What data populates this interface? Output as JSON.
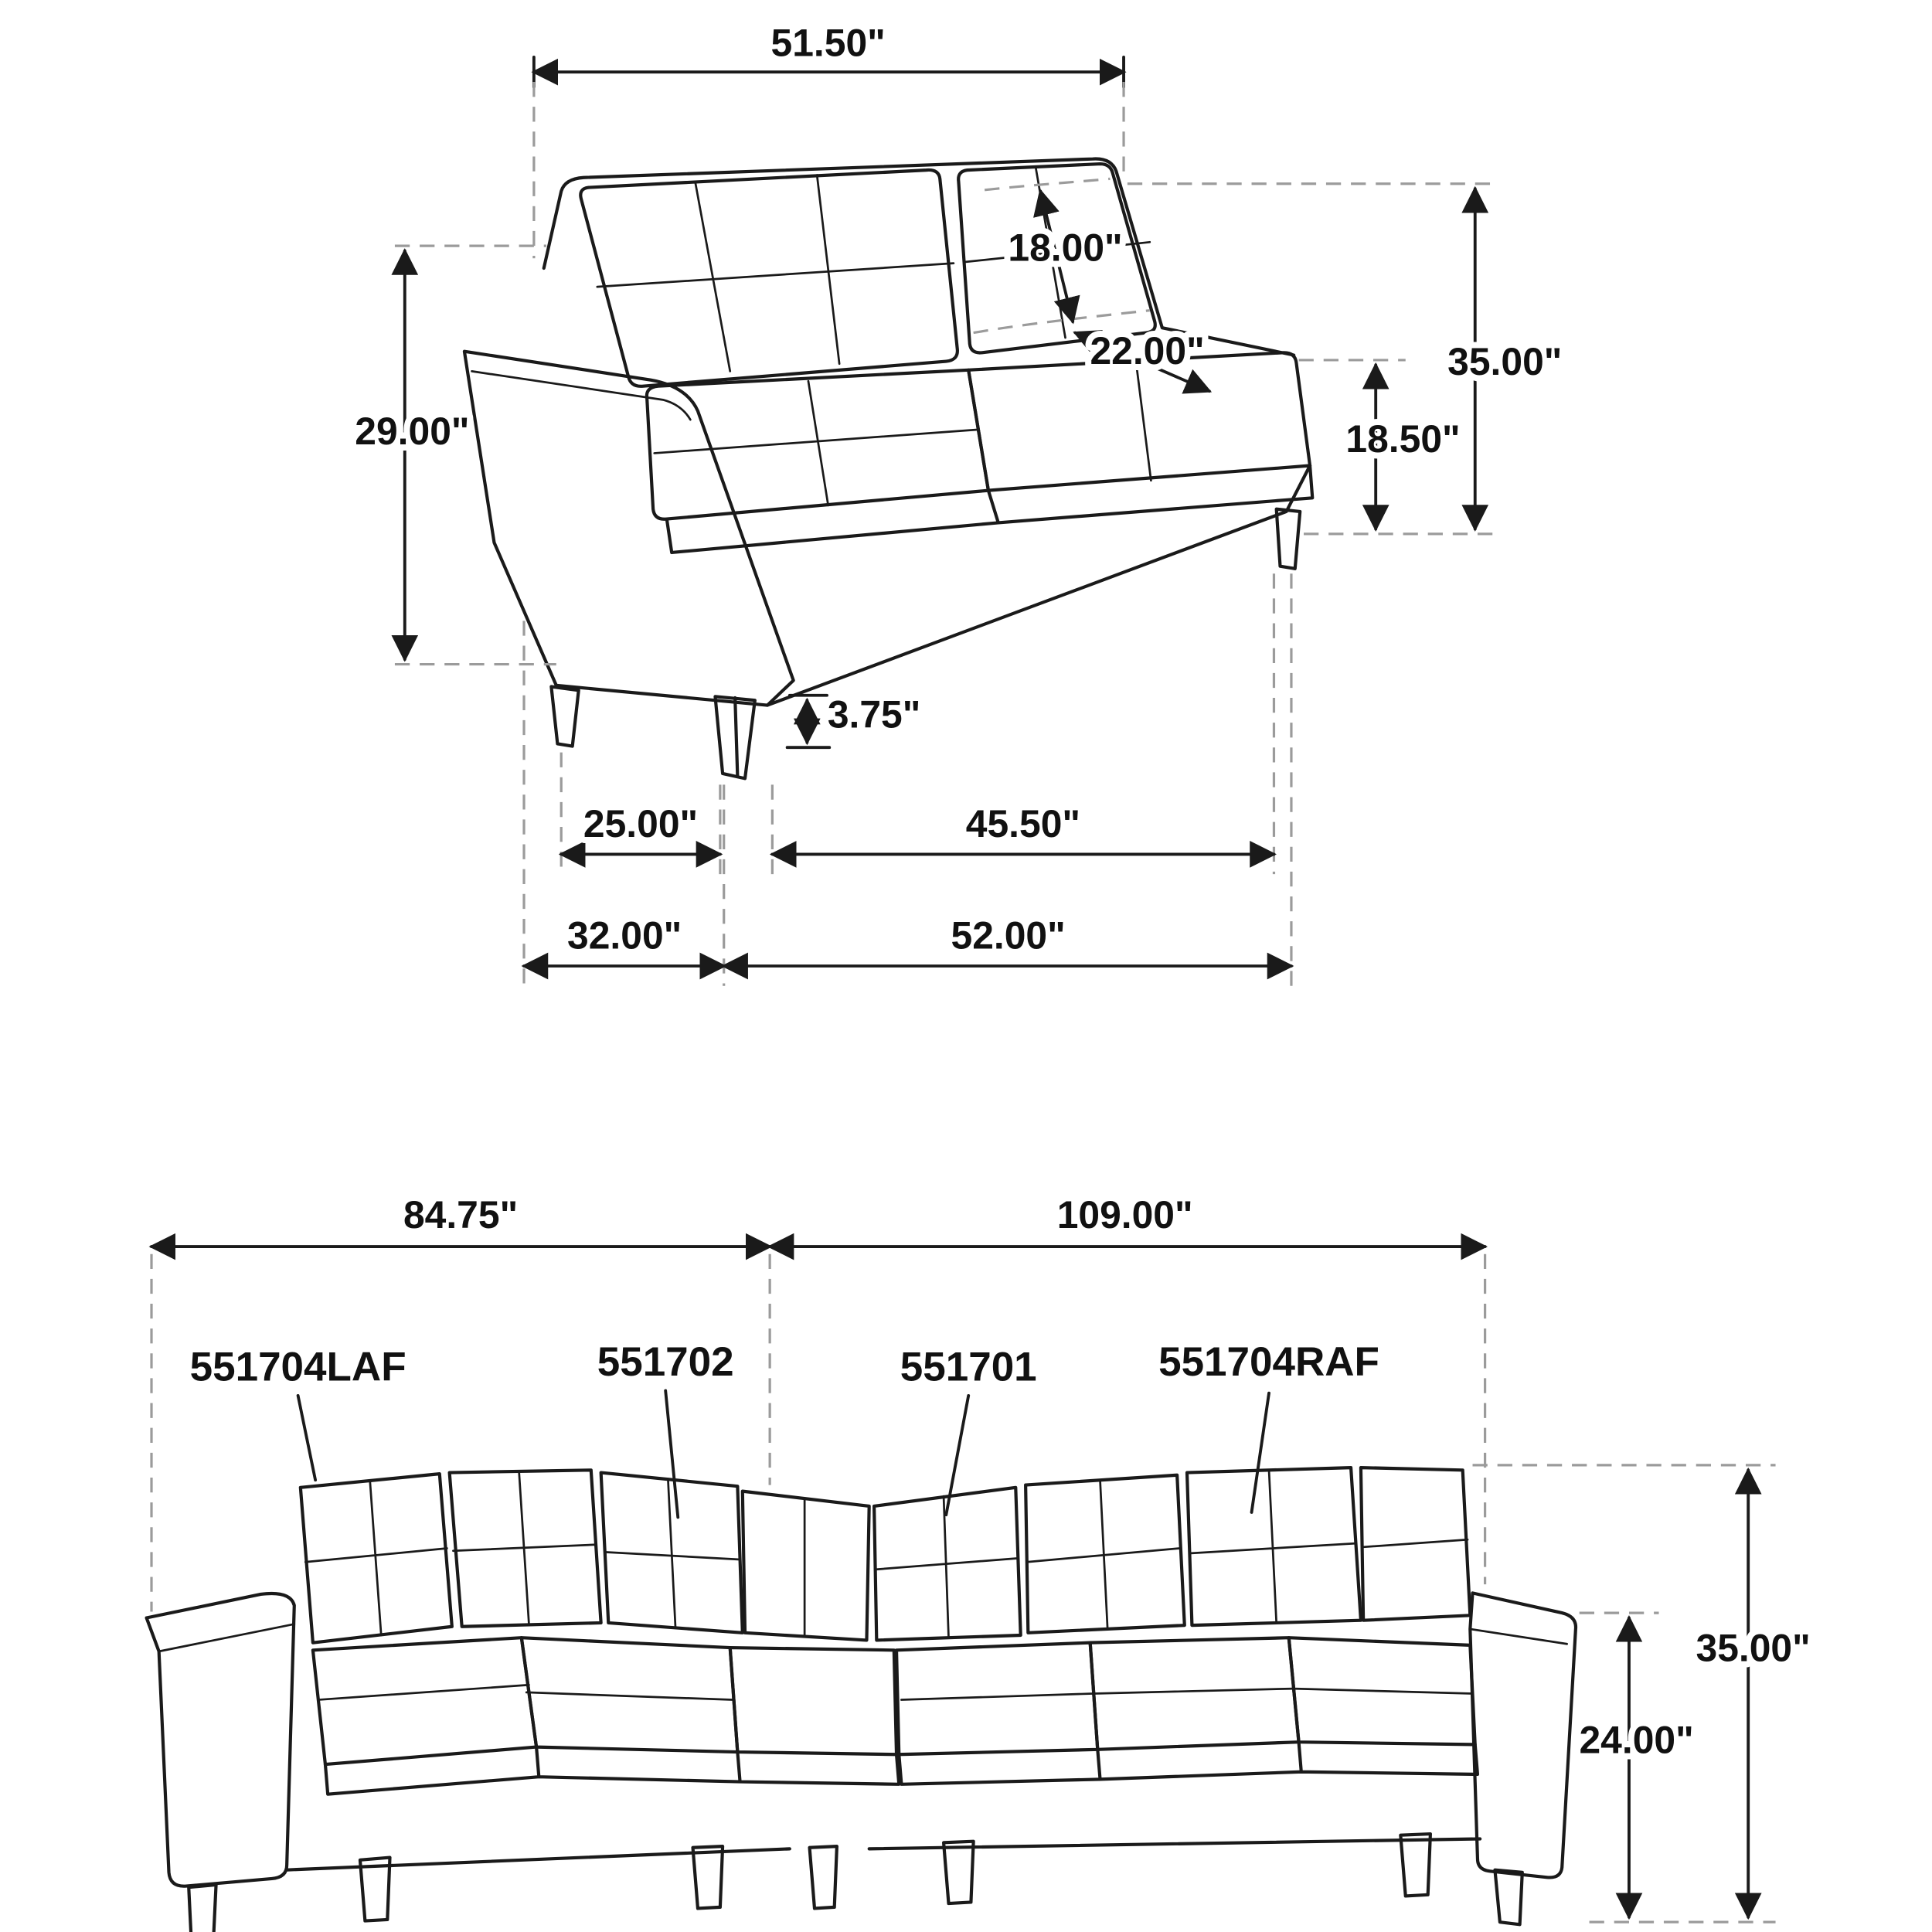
{
  "colors": {
    "line": "#1a1a1a",
    "dashed_extension": "#9b9b9b",
    "background": "#ffffff",
    "text": "#111111"
  },
  "loveseat": {
    "dims": {
      "back_width": "51.50\"",
      "back_cushion_height": "18.00\"",
      "seat_cushion_depth": "22.00\"",
      "overall_height": "35.00\"",
      "arm_height": "29.00\"",
      "seat_height": "18.50\"",
      "leg_height": "3.75\"",
      "arm_front_depth": "25.00\"",
      "seat_front_width": "45.50\"",
      "side_depth": "32.00\"",
      "front_width": "52.00\""
    }
  },
  "sectional": {
    "dims": {
      "laf_length": "84.75\"",
      "raf_length": "109.00\"",
      "overall_height": "35.00\"",
      "arm_height": "24.00\""
    },
    "parts": [
      {
        "sku": "551704LAF"
      },
      {
        "sku": "551702"
      },
      {
        "sku": "551701"
      },
      {
        "sku": "551704RAF"
      }
    ]
  }
}
